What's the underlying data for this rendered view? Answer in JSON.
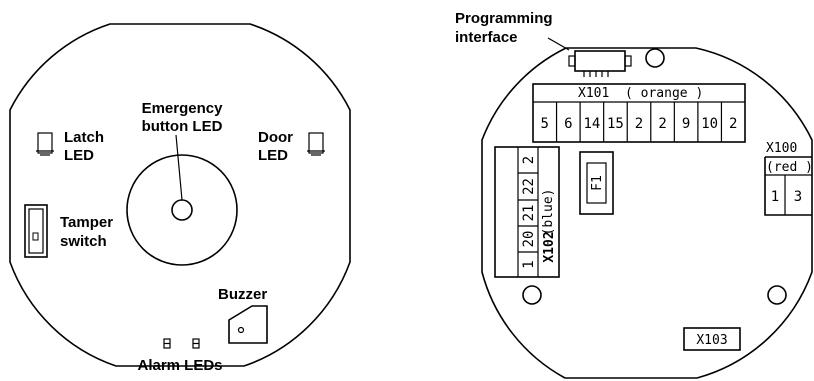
{
  "left_board": {
    "labels": {
      "emergency_line1": "Emergency",
      "emergency_line2": "button LED",
      "latch_line1": "Latch",
      "latch_line2": "LED",
      "door_line1": "Door",
      "door_line2": "LED",
      "tamper_line1": "Tamper",
      "tamper_line2": "switch",
      "buzzer": "Buzzer",
      "alarm_leds": "Alarm LEDs"
    }
  },
  "right_board": {
    "labels": {
      "programming_line1": "Programming",
      "programming_line2": "interface"
    },
    "x101": {
      "name": "X101",
      "color": "( orange )",
      "pins": [
        "5",
        "6",
        "14",
        "15",
        "2",
        "2",
        "9",
        "10",
        "2"
      ]
    },
    "x102": {
      "name": "X102",
      "color": "(blue)",
      "pins": [
        "2",
        "22",
        "21",
        "20",
        "1"
      ]
    },
    "x100": {
      "name": "X100",
      "color": "(red )",
      "pins": [
        "1",
        "3"
      ]
    },
    "fuse": "F1",
    "x103": "X103"
  }
}
